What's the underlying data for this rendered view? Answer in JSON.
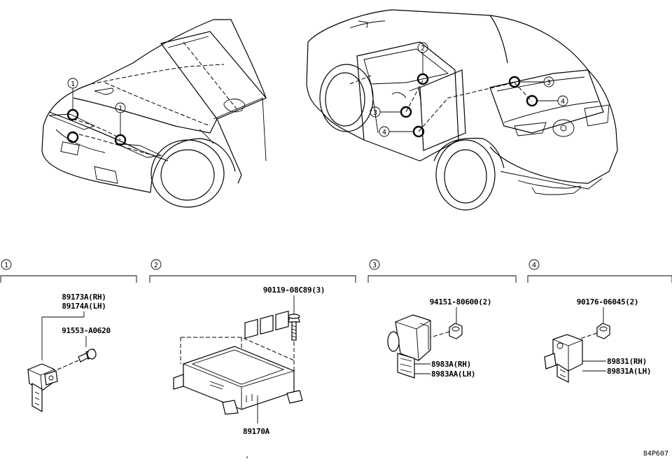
{
  "callouts": {
    "c1": "1",
    "c2": "2",
    "c3": "3",
    "c4": "4"
  },
  "section1": {
    "part_a": "89173A(RH)",
    "part_b": "89174A(LH)",
    "bolt": "91553-A0620"
  },
  "section2": {
    "bolt": "90119-08C89(3)",
    "module": "89170A"
  },
  "section3": {
    "nut": "94151-80600(2)",
    "part_a": "8983A(RH)",
    "part_b": "8983AA(LH)"
  },
  "section4": {
    "nut": "90176-06045(2)",
    "part_a": "89831(RH)",
    "part_b": "89831A(LH)"
  },
  "diagram_ref": "84P607"
}
